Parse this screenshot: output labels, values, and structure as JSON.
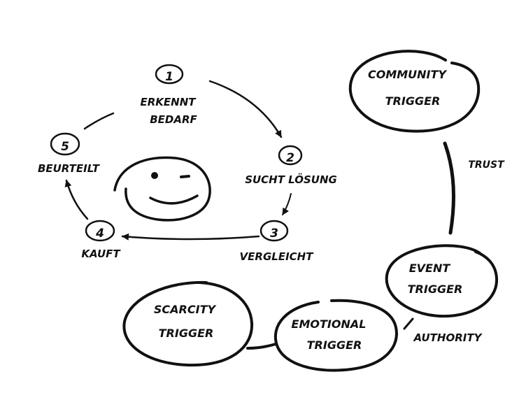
{
  "colors": {
    "ink": "#111111",
    "paper": "#ffffff"
  },
  "journey": {
    "steps": [
      {
        "number": "1",
        "label_lines": [
          "ERKENNT",
          "BEDARF"
        ]
      },
      {
        "number": "2",
        "label_lines": [
          "SUCHT LÖSUNG"
        ]
      },
      {
        "number": "3",
        "label_lines": [
          "VERGLEICHT"
        ]
      },
      {
        "number": "4",
        "label_lines": [
          "KAUFT"
        ]
      },
      {
        "number": "5",
        "label_lines": [
          "BEURTEILT"
        ]
      }
    ],
    "center_icon": "smiley-face-icon"
  },
  "triggers": {
    "community": [
      "COMMUNITY",
      "TRIGGER"
    ],
    "event": [
      "EVENT",
      "TRIGGER"
    ],
    "emotional": [
      "EMOTIONAL",
      "TRIGGER"
    ],
    "scarcity": [
      "SCARCITY",
      "TRIGGER"
    ]
  },
  "connectors": {
    "community_event": "TRUST",
    "event_emotional": "AUTHORITY"
  }
}
